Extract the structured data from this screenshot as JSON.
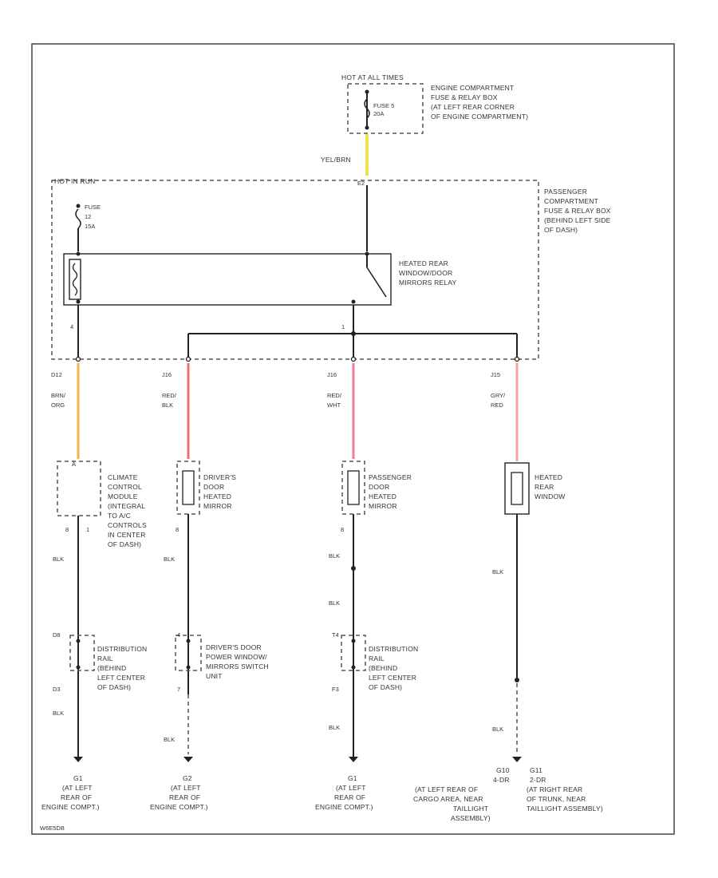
{
  "colors": {
    "yel_brn": "#f2e04a",
    "brn_org": "#f3b54a",
    "red_blk": "#ef6d6d",
    "red_wht": "#f07b95",
    "gry_red": "#f2a3a3",
    "ink": "#222222"
  },
  "top": {
    "hot_label": "HOT AT ALL TIMES",
    "fuse_name": "FUSE 5",
    "fuse_rating": "20A",
    "box_lines": [
      "ENGINE COMPARTMENT",
      "FUSE & RELAY BOX",
      "(AT LEFT REAR CORNER",
      "OF ENGINE COMPARTMENT)"
    ],
    "wire_color": "YEL/BRN",
    "connector": "E2"
  },
  "pcb": {
    "hot_label": "HOT IN RUN",
    "fuse_name": "FUSE",
    "fuse_num": "12",
    "fuse_rating": "15A",
    "box_lines": [
      "PASSENGER",
      "COMPARTMENT",
      "FUSE & RELAY BOX",
      "(BEHIND LEFT SIDE",
      "OF DASH)"
    ],
    "relay_lines": [
      "HEATED REAR",
      "WINDOW/DOOR",
      "MIRRORS RELAY"
    ],
    "pin_a": "4",
    "pin_b": "1"
  },
  "columns": [
    {
      "connector": "D12",
      "wire": [
        "BRN/",
        "ORG"
      ],
      "comp": [
        "CLIMATE",
        "CONTROL",
        "MODULE",
        "(INTEGRAL",
        "TO A/C",
        "CONTROLS",
        "IN CENTER",
        "OF DASH)"
      ],
      "pins": [
        "8",
        "1"
      ],
      "gnd_wire": "BLK",
      "dist_top": "D8",
      "dist_bottom": "D3",
      "dist": [
        "DISTRIBUTION",
        "RAIL",
        "(BEHIND",
        "LEFT CENTER",
        "OF DASH)"
      ],
      "gnd_wire2": "BLK",
      "ground": [
        "G1",
        "(AT LEFT",
        "REAR OF",
        "ENGINE COMPT.)"
      ]
    },
    {
      "connector": "J16",
      "wire": [
        "RED/",
        "BLK"
      ],
      "comp": [
        "DRIVER'S",
        "DOOR",
        "HEATED",
        "MIRROR"
      ],
      "pins": [
        "8"
      ],
      "gnd_wire": "BLK",
      "dist_top": "4",
      "dist_bottom": "7",
      "dist": [
        "DRIVER'S DOOR",
        "POWER WINDOW/",
        "MIRRORS SWITCH",
        "UNIT"
      ],
      "gnd_wire2": "BLK",
      "ground": [
        "G2",
        "(AT LEFT",
        "REAR OF",
        "ENGINE COMPT.)"
      ]
    },
    {
      "connector": "J16",
      "wire": [
        "RED/",
        "WHT"
      ],
      "comp": [
        "PASSENGER",
        "DOOR",
        "HEATED",
        "MIRROR"
      ],
      "pins": [
        "8"
      ],
      "gnd_wire": "BLK",
      "dist_top": "T4",
      "dist_bottom": "F3",
      "dist": [
        "DISTRIBUTION",
        "RAIL",
        "(BEHIND",
        "LEFT CENTER",
        "OF DASH)"
      ],
      "gnd_wire2": "BLK",
      "ground": [
        "G1",
        "(AT LEFT",
        "REAR OF",
        "ENGINE COMPT.)"
      ]
    },
    {
      "connector": "J15",
      "wire": [
        "GRY/",
        "RED"
      ],
      "comp": [
        "HEATED",
        "REAR",
        "WINDOW"
      ],
      "gnd_wire": "BLK",
      "gnd_wire2": "BLK",
      "ground_left": [
        "G10",
        "4-DR",
        "(AT LEFT REAR OF",
        "CARGO AREA, NEAR",
        "TAILLIGHT",
        "ASSEMBLY)"
      ],
      "ground_right": [
        "G11",
        "2-DR",
        "(AT RIGHT REAR",
        "OF TRUNK, NEAR",
        "TAILLIGHT ASSEMBLY)"
      ]
    }
  ],
  "footer_code": "W6E5DB"
}
